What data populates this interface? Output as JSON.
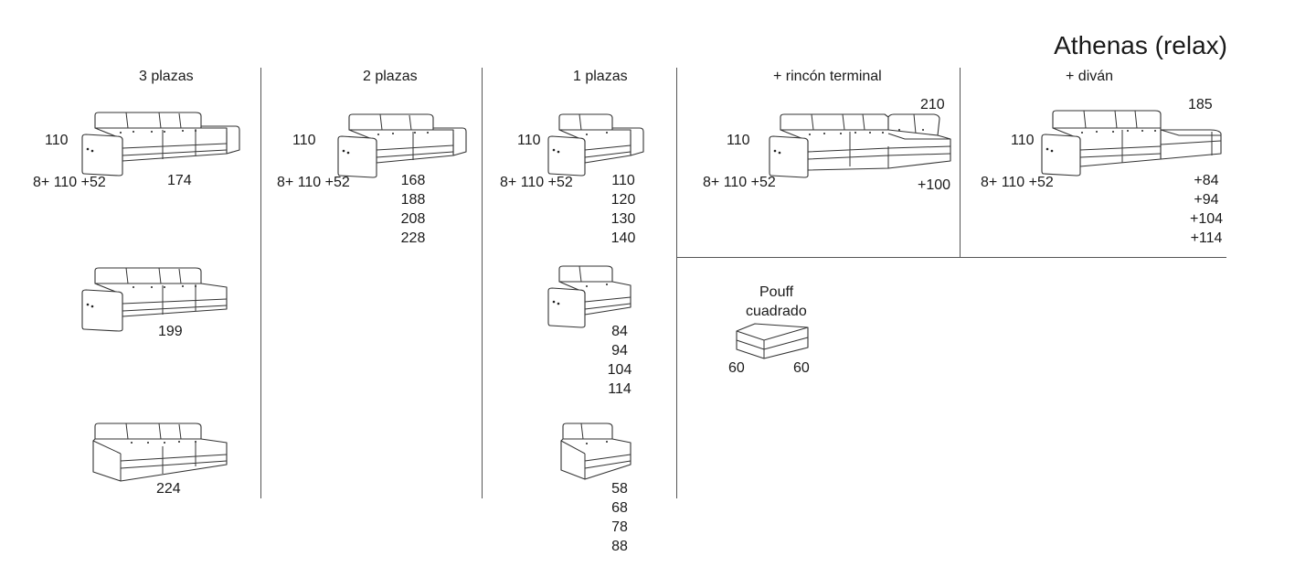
{
  "title": "Athenas (relax)",
  "sections": {
    "three_seat": {
      "heading": "3 plazas",
      "height": "110",
      "depth": "8+ 110 +52",
      "width": "174",
      "variant_2_width": "199",
      "variant_3_width": "224"
    },
    "two_seat": {
      "heading": "2 plazas",
      "height": "110",
      "depth": "8+ 110 +52",
      "widths": [
        "168",
        "188",
        "208",
        "228"
      ]
    },
    "one_seat": {
      "heading": "1 plazas",
      "height": "110",
      "depth": "8+ 110 +52",
      "widths": [
        "110",
        "120",
        "130",
        "140"
      ],
      "variant_2_widths": [
        "84",
        "94",
        "104",
        "114"
      ],
      "variant_3_widths": [
        "58",
        "68",
        "78",
        "88"
      ]
    },
    "corner": {
      "heading": "+ rincón terminal",
      "top_width": "210",
      "height": "110",
      "depth": "8+ 110 +52",
      "extra": "+100"
    },
    "divan": {
      "heading": "+ diván",
      "top_width": "185",
      "height": "110",
      "depth": "8+ 110 +52",
      "extras": [
        "+84",
        "+94",
        "+104",
        "+114"
      ]
    },
    "pouf": {
      "heading_line1": "Pouff",
      "heading_line2": "cuadrado",
      "dim_left": "60",
      "dim_right": "60"
    }
  }
}
